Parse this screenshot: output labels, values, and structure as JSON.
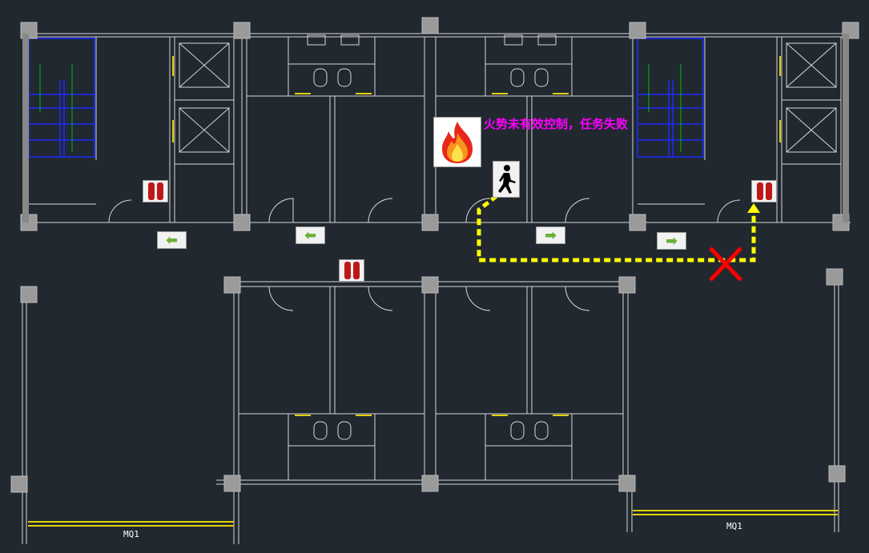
{
  "overlay": {
    "status_message": "火势未有效控制，任务失败",
    "status_color": "#ff00ff",
    "escape_path_color": "#ffff00",
    "blocked_marker_color": "#ff0000"
  },
  "plan": {
    "labels": [
      "MQ1",
      "MQ1"
    ],
    "background": "#212830"
  },
  "icons": {
    "fire": "fire-icon",
    "person": "running-person-icon",
    "extinguisher": "fire-extinguisher-icon",
    "exit_arrows": [
      "arrow-left-icon",
      "arrow-left-icon",
      "arrow-right-icon",
      "arrow-right-icon"
    ],
    "blocked": "red-x-icon"
  }
}
